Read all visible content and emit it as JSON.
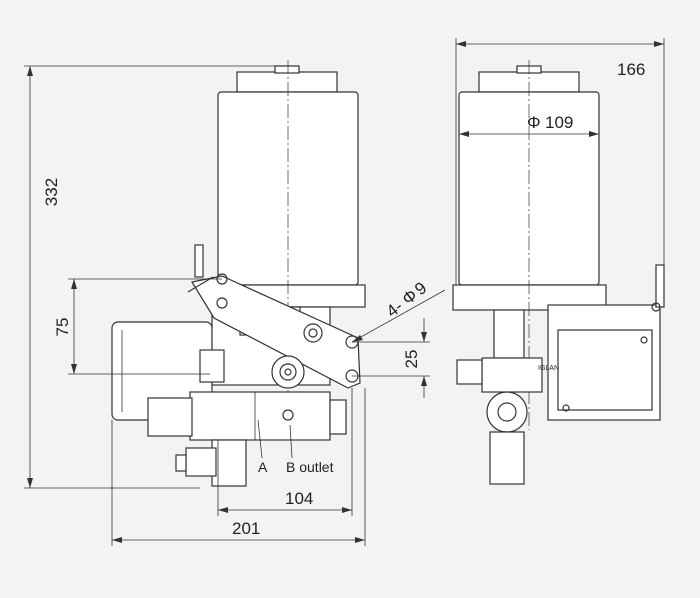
{
  "dimensions": {
    "overall_height": "332",
    "bracket_spacing": "75",
    "hole_spacing": "25",
    "mount_holes": "4-",
    "hole_diameter_symbol": "Φ",
    "hole_diameter": "9",
    "inner_width": "104",
    "overall_width": "201",
    "side_width": "166",
    "reservoir_diameter_symbol": "Φ",
    "reservoir_diameter": "109"
  },
  "port_labels": {
    "port_a": "A",
    "port_b": "B outlet"
  },
  "plate_text": "IGLAN"
}
